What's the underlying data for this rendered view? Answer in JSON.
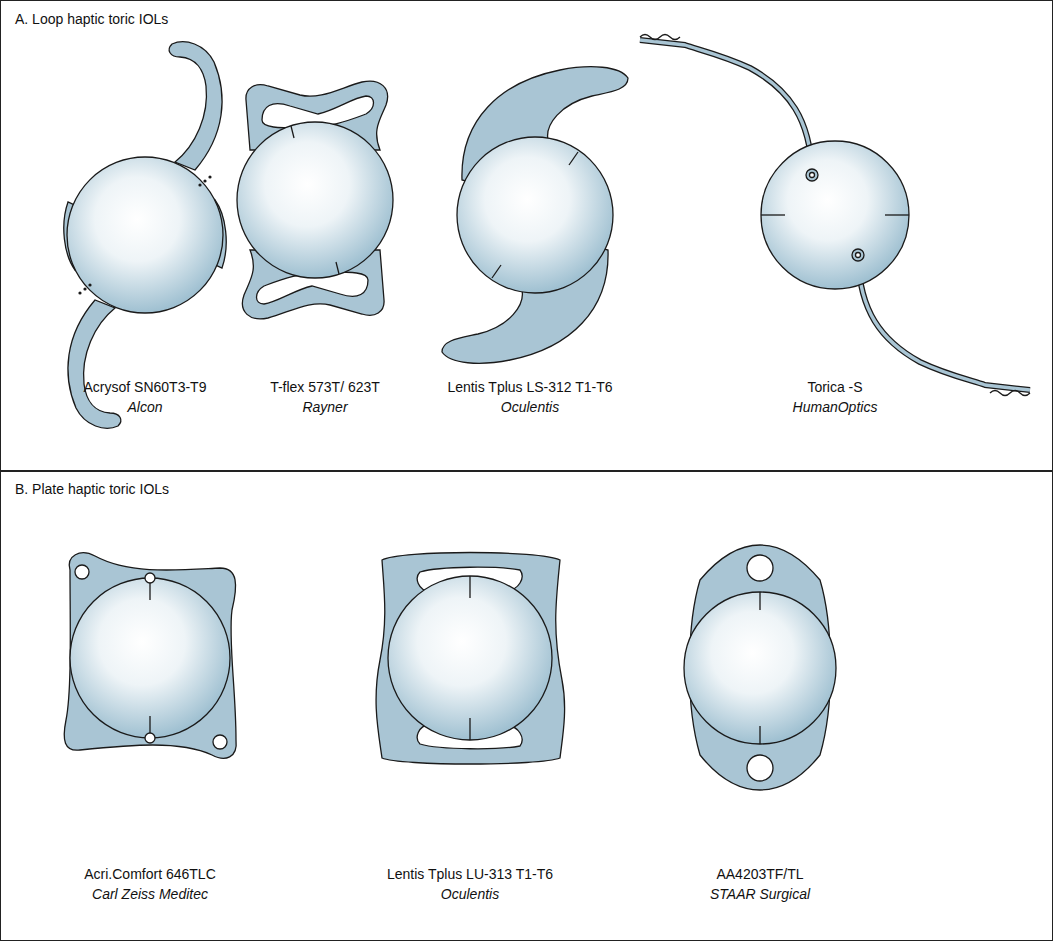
{
  "diagram": {
    "nodes": [
      {
        "text": [
          "A. Loop haptic toric IOLs"
        ]
      },
      {
        "text": [
          "B. Plate haptic toric IOLs"
        ]
      }
    ],
    "labels": [
      "Acrysof SN60T3-T9",
      "Alcon",
      "T-flex 573T/ 623T",
      "Rayner",
      "Lentis Tplus LS-312 T1-T6",
      "Oculentis",
      "Torica -S",
      "HumanOptics",
      "Acri.Comfort 646TLC",
      "Carl Zeiss Meditec",
      "Lentis Tplus LU-313 T1-T6",
      "Oculentis",
      "AA4203TF/TL",
      "STAAR Surgical"
    ]
  }
}
